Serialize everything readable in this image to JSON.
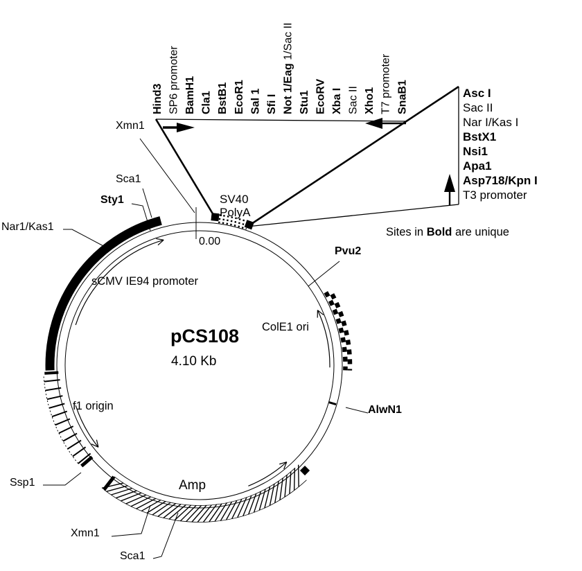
{
  "plasmid": {
    "name": "pCS108",
    "size": "4.10 Kb",
    "position_marker": "0.00",
    "colors": {
      "ink": "#000000",
      "background": "#ffffff"
    },
    "note": {
      "prefix": "Sites in ",
      "bold": "Bold",
      "suffix": " are unique"
    },
    "polylinker_sites": [
      {
        "bold": "Hind3",
        "regular": ""
      },
      {
        "bold": "",
        "regular": "SP6 promoter"
      },
      {
        "bold": "BamH1",
        "regular": ""
      },
      {
        "bold": "Cla1",
        "regular": ""
      },
      {
        "bold": "BstB1",
        "regular": ""
      },
      {
        "bold": "EcoR1",
        "regular": ""
      },
      {
        "bold": "Sal 1",
        "regular": ""
      },
      {
        "bold": "Sfi I",
        "regular": ""
      },
      {
        "bold": "Not 1/Eag",
        "regular": " 1/Sac II"
      },
      {
        "bold": "Stu1",
        "regular": ""
      },
      {
        "bold": "EcoRV",
        "regular": ""
      },
      {
        "bold": "Xba I",
        "regular": ""
      },
      {
        "bold": "",
        "regular": "Sac II"
      },
      {
        "bold": "Xho1",
        "regular": ""
      },
      {
        "bold": "",
        "regular": "T7 promoter"
      },
      {
        "bold": "SnaB1",
        "regular": ""
      }
    ],
    "right_sites": [
      {
        "label": "Asc I",
        "bold": true
      },
      {
        "label": "Sac II",
        "bold": false
      },
      {
        "label": "Nar I/Kas I",
        "bold": false
      },
      {
        "label": "BstX1",
        "bold": true
      },
      {
        "label": "Nsi1",
        "bold": true
      },
      {
        "label": "Apa1",
        "bold": true
      },
      {
        "label": "Asp718/Kpn I",
        "bold": true
      },
      {
        "label": "T3 promoter",
        "bold": false
      }
    ],
    "map_labels": {
      "xmn1_top": "Xmn1",
      "sca1_top": "Sca1",
      "sty1": "Sty1",
      "nar1_kas1": "Nar1/Kas1",
      "sv40_line1": "SV40",
      "sv40_line2": "PolyA",
      "scmv_promoter": "sCMV IE94 promoter",
      "cole1_ori": "ColE1 ori",
      "pvu2": "Pvu2",
      "alwn1": "AlwN1",
      "f1_origin": "f1 origin",
      "ssp1": "Ssp1",
      "amp": "Amp",
      "xmn1_bottom": "Xmn1",
      "sca1_bottom": "Sca1"
    },
    "features": [
      {
        "name": "sCMV IE94 promoter",
        "style": "solid",
        "start_deg": 268,
        "end_deg": 345
      },
      {
        "name": "SV40 PolyA",
        "style": "stipple",
        "start_deg": 7.5,
        "end_deg": 19
      },
      {
        "name": "ColE1 ori",
        "style": "checker",
        "start_deg": 60,
        "end_deg": 92
      },
      {
        "name": "Amp",
        "style": "hatch",
        "start_deg": 138,
        "end_deg": 217
      },
      {
        "name": "f1 origin",
        "style": "lines",
        "start_deg": 231,
        "end_deg": 266
      }
    ]
  }
}
